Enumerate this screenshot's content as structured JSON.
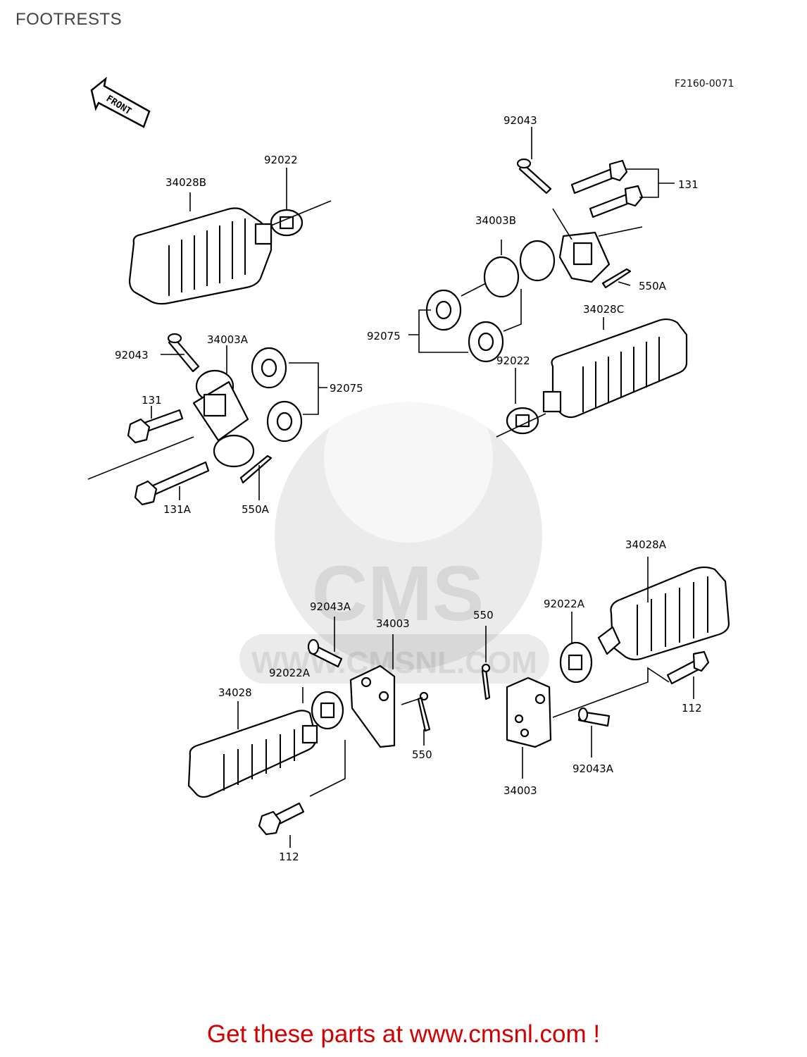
{
  "page_title": "FOOTRESTS",
  "diagram_code": "F2160-0071",
  "front_arrow_label": "FRONT",
  "watermark": {
    "brand": "CMS",
    "url": "WWW.CMSNL.COM"
  },
  "part_labels": {
    "p34028B": "34028B",
    "p92022_top": "92022",
    "p92043_top": "92043",
    "p131_top": "131",
    "p34003B": "34003B",
    "p550A_top": "550A",
    "p34028C": "34028C",
    "p92075_right": "92075",
    "p92022_right": "92022",
    "p92043_left": "92043",
    "p34003A": "34003A",
    "p92075_left": "92075",
    "p131_left": "131",
    "p131A": "131A",
    "p550A_left": "550A",
    "p34028A": "34028A",
    "p92043A_top": "92043A",
    "p34003_top": "34003",
    "p550_top": "550",
    "p92022A_right": "92022A",
    "p92022A_left": "92022A",
    "p34028": "34028",
    "p112_right": "112",
    "p550_bottom": "550",
    "p92043A_bottom": "92043A",
    "p34003_bottom": "34003",
    "p112_bottom": "112"
  },
  "footer_text": "Get these parts at www.cmsnl.com !"
}
